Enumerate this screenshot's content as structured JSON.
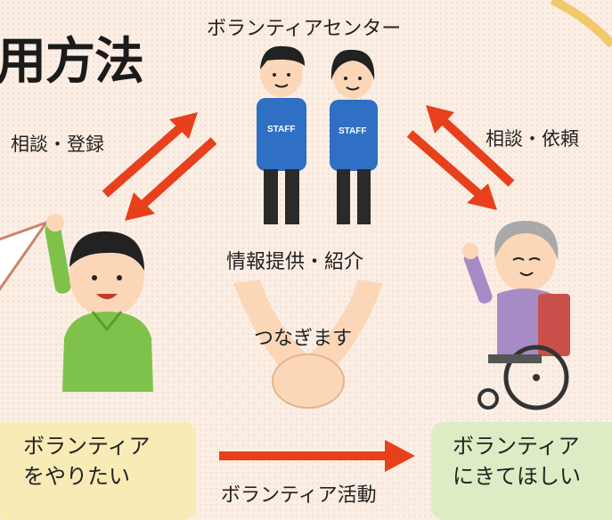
{
  "title": "用方法",
  "center_label": "ボランティアセンター",
  "left_label": "相談・登録",
  "right_label": "相談・依頼",
  "info_label": "情報提供・紹介",
  "connect_label": "つなぎます",
  "activity_label": "ボランティア活動",
  "left_box": {
    "line1": "ボランティア",
    "line2": "をやりたい"
  },
  "right_box": {
    "line1": "ボランティア",
    "line2": "にきてほしい"
  },
  "staff_badge": "STAFF",
  "colors": {
    "arrow": "#e8401c",
    "staff_jacket": "#2f6fc4",
    "left_box": "#f8ebb6",
    "right_box": "#dcedc5"
  }
}
